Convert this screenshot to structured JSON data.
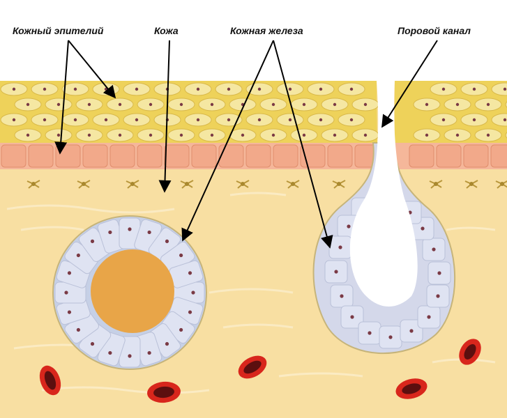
{
  "labels": {
    "epithelium": "Кожный эпителий",
    "skin": "Кожа",
    "gland": "Кожная железа",
    "pore": "Поровой канал"
  },
  "colors": {
    "dermis": "#f8dfa2",
    "keratin_layer": "#eed25a",
    "keratin_cell": "#f5e7a2",
    "basal_cell": "#f2a98a",
    "gland_cell": "#dfe3f2",
    "gland_lumen": "#e8a548",
    "nucleus": "#7a3a45",
    "red_blood_cell": "#d8261c",
    "arrow": "#000000"
  }
}
